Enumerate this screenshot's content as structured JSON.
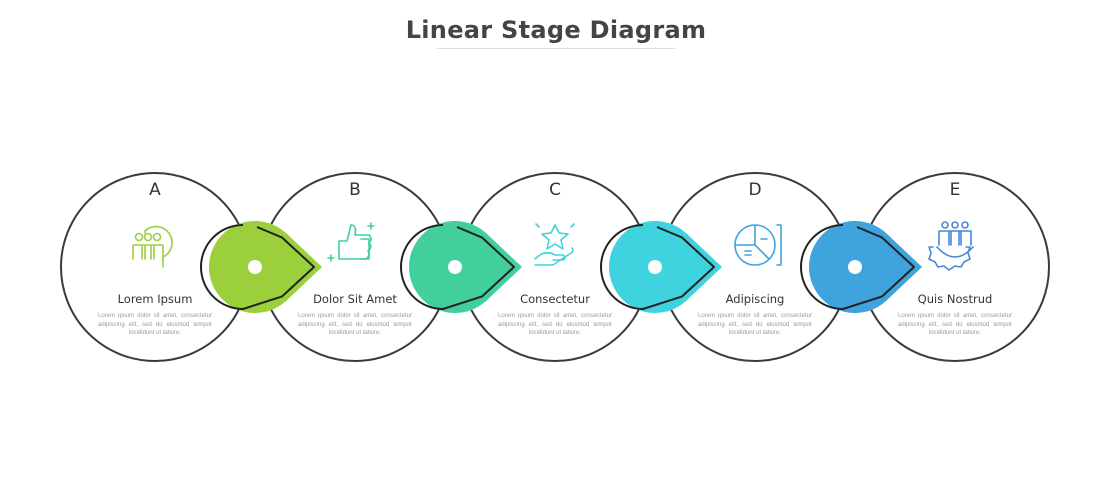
{
  "title": "Linear Stage Diagram",
  "stages": [
    {
      "letter": "A",
      "heading": "Lorem Ipsum",
      "description": "Lorem ipsum dolor sit amet, consectetur adipiscing elit, sed do eiusmod tempor incididunt ut labore.",
      "icon": "team-head-icon",
      "color": "#9bcf3c"
    },
    {
      "letter": "B",
      "heading": "Dolor Sit Amet",
      "description": "Lorem ipsum dolor sit amet, consectetur adipiscing elit, sed do eiusmod tempor incididunt ut labore.",
      "icon": "thumbs-up-icon",
      "color": "#41cf9c"
    },
    {
      "letter": "C",
      "heading": "Consectetur",
      "description": "Lorem ipsum dolor sit amet, consectetur adipiscing elit, sed do eiusmod tempor incididunt ut labore.",
      "icon": "star-hand-icon",
      "color": "#3fd3df"
    },
    {
      "letter": "D",
      "heading": "Adipiscing",
      "description": "Lorem ipsum dolor sit amet, consectetur adipiscing elit, sed do eiusmod tempor incididunt ut labore.",
      "icon": "pie-chart-icon",
      "color": "#3fa3dd"
    },
    {
      "letter": "E",
      "heading": "Quis Nostrud",
      "description": "Lorem ipsum dolor sit amet, consectetur adipiscing elit, sed do eiusmod tempor incididunt ut labore.",
      "icon": "team-gear-icon",
      "color": "#4a86d8"
    }
  ],
  "connector_colors": [
    "#9bcf3c",
    "#41cf9c",
    "#3fd3df",
    "#3fa3dd"
  ]
}
